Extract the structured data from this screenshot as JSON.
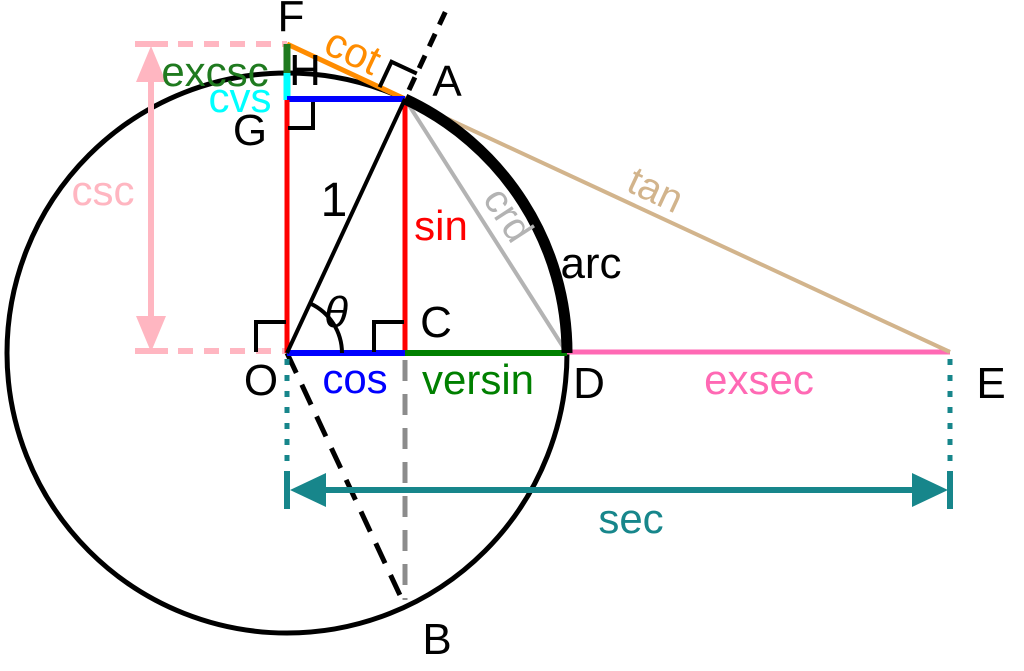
{
  "diagram": {
    "kind": "unit-circle-trigonometric-functions",
    "points": {
      "O": "O",
      "A": "A",
      "B": "B",
      "C": "C",
      "D": "D",
      "E": "E",
      "F": "F",
      "G": "G",
      "H": "H"
    },
    "radius_label": "1",
    "angle_label": "θ",
    "functions": {
      "sin": {
        "text": "sin",
        "color": "#FF0000"
      },
      "cos": {
        "text": "cos",
        "color": "#0000FF"
      },
      "tan": {
        "text": "tan",
        "color": "#D2B48C"
      },
      "cot": {
        "text": "cot",
        "color": "#FF8C00"
      },
      "sec": {
        "text": "sec",
        "color": "#17868B"
      },
      "csc": {
        "text": "csc",
        "color": "#FFB6C1"
      },
      "versin": {
        "text": "versin",
        "color": "#008000"
      },
      "exsec": {
        "text": "exsec",
        "color": "#FF69B4"
      },
      "excsc": {
        "text": "excsc",
        "color": "#1F7A1F"
      },
      "cvs": {
        "text": "cvs",
        "color": "#00FFFF"
      },
      "crd": {
        "text": "crd",
        "color": "#B3B3B3"
      },
      "arc": {
        "text": "arc",
        "color": "#000000"
      }
    },
    "line_colors": {
      "circle": "#000000",
      "gray_dashed": "#8C8C8C",
      "black": "#000000"
    }
  }
}
